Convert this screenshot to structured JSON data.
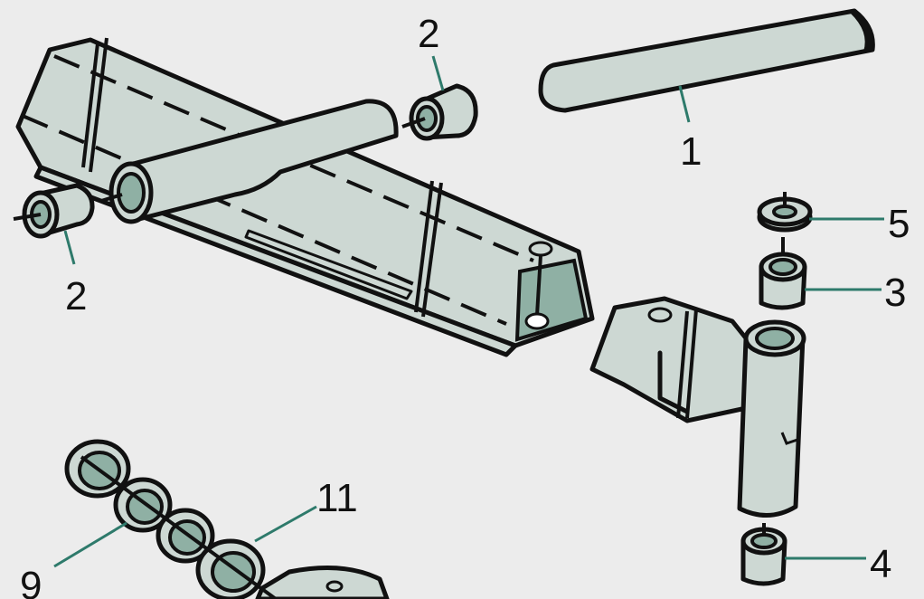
{
  "callouts": [
    {
      "id": "top-bushing",
      "text": "2"
    },
    {
      "id": "handle-tube",
      "text": "1"
    },
    {
      "id": "left-bushing",
      "text": "2"
    },
    {
      "id": "washer",
      "text": "5"
    },
    {
      "id": "upper-bearing",
      "text": "3"
    },
    {
      "id": "lower-bearing",
      "text": "4"
    },
    {
      "id": "seal-ring",
      "text": "11"
    },
    {
      "id": "spacer-ring",
      "text": "9"
    }
  ],
  "colors": {
    "part_fill": "#cdd8d3",
    "inner_fill": "#8fb0a4",
    "outline": "#111111",
    "leader": "#2e7a6b",
    "background": "#ececec"
  }
}
